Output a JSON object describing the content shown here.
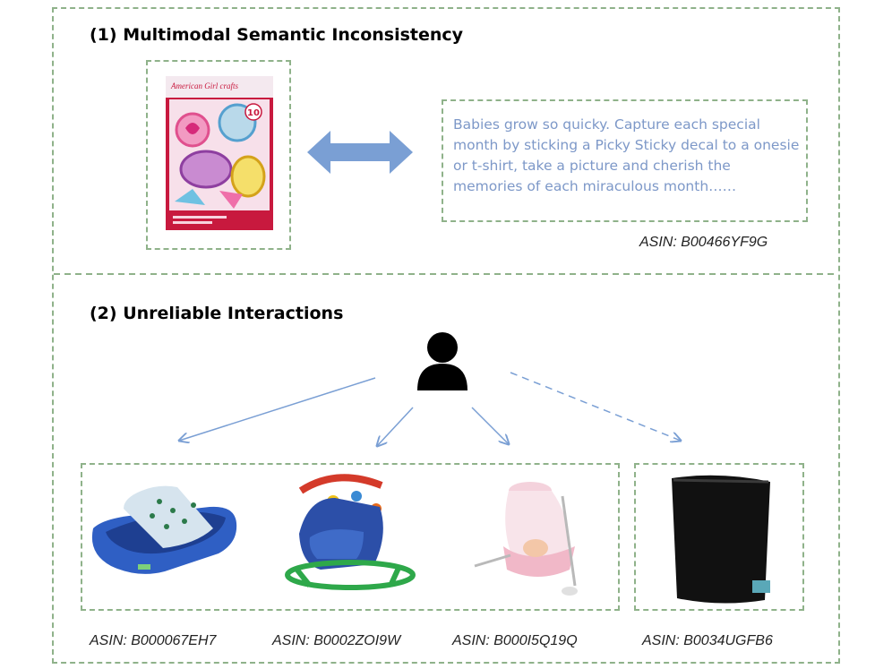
{
  "section1": {
    "title": "(1) Multimodal Semantic Inconsistency",
    "description": "Babies grow so quicky. Capture each special month by sticking a Picky Sticky decal to a onesie or t-shirt, take a picture and cherish the memories of each miraculous month……",
    "asin": "ASIN: B00466YF9G",
    "product_image": "american-girl-paper-craft-kit",
    "package_brand": "American Girl crafts",
    "package_badge": "10"
  },
  "section2": {
    "title": "(2) Unreliable Interactions",
    "user_icon": "user-icon",
    "items": [
      {
        "asin": "ASIN: B000067EH7",
        "image": "baby-bath-tub"
      },
      {
        "asin": "ASIN: B0002ZOI9W",
        "image": "baby-bouncer-rocker"
      },
      {
        "asin": "ASIN: B000I5Q19Q",
        "image": "baby-cradle-swing"
      },
      {
        "asin": "ASIN: B0034UGFB6",
        "image": "black-wet-bag"
      }
    ]
  },
  "colors": {
    "dashed_border": "#8fb28a",
    "arrow_blue": "#7a9fd4",
    "description_text": "#7d98c8"
  }
}
